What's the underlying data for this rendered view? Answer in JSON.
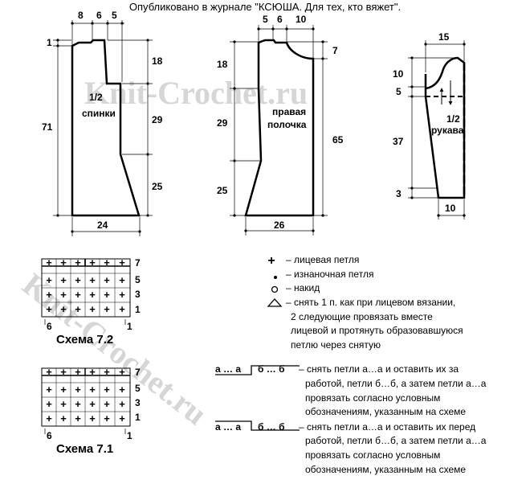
{
  "header": "Опубликовано в журнале \"КСЮША. Для тех, кто вяжет\".",
  "watermark": "Knit-Crochet.ru",
  "back": {
    "label_line1": "1/2",
    "label_line2": "спинки",
    "top_dims": [
      "8",
      "6",
      "5"
    ],
    "left_dims": [
      "1",
      "71"
    ],
    "right_dims": [
      "18",
      "29",
      "25"
    ],
    "bottom_dim": "24"
  },
  "front": {
    "label_line1": "правая",
    "label_line2": "полочка",
    "top_dims": [
      "5",
      "6",
      "10"
    ],
    "left_dims": [
      "18",
      "29",
      "25"
    ],
    "right_dims": [
      "7",
      "65"
    ],
    "bottom_dim": "26"
  },
  "sleeve": {
    "label_line1": "1/2",
    "label_line2": "рукава",
    "top_dim": "15",
    "left_dims": [
      "10",
      "5",
      "37",
      "3"
    ],
    "bottom_dim": "10"
  },
  "schema2": {
    "title": "Схема 7.2",
    "row_numbers": [
      "7",
      "5",
      "3",
      "1"
    ],
    "col_left": "6",
    "col_right": "1"
  },
  "schema1": {
    "title": "Схема 7.1",
    "row_numbers": [
      "7",
      "5",
      "3",
      "1"
    ],
    "col_left": "6",
    "col_right": "1"
  },
  "legend": {
    "knit": "– лицевая петля",
    "purl": "– изнаночная петля",
    "yarnover": "– накид",
    "decrease_lines": [
      "– снять 1 п. как при лицевом вязании,",
      "2 следующие провязать вместе",
      "лицевой и протянуть образовавшуюся",
      "петлю через снятую"
    ],
    "cable_a": "а … а",
    "cable_b": "б … б",
    "cable1_lines": [
      "– снять петли а…а и оставить их за",
      "работой, петли б…б, а затем петли а…а",
      "провязать согласно условным",
      "обозначениям, указанным на схеме"
    ],
    "cable2_lines": [
      "– снять петли а…а и оставить их перед",
      "работой, петли б…б, а затем петли а…а",
      "провязать согласно условным",
      "обозначениям, указанным на схеме"
    ]
  }
}
